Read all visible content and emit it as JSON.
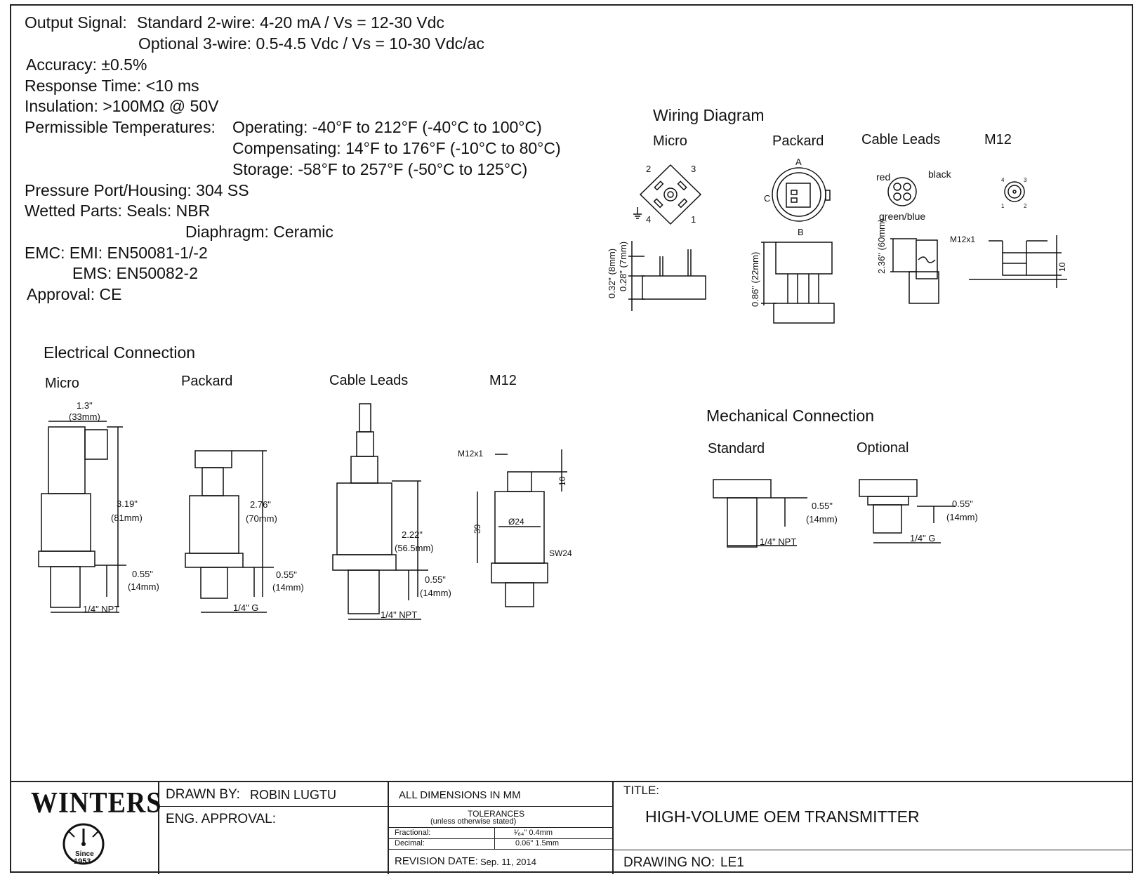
{
  "specs": {
    "output_label": "Output Signal:",
    "output_std": "Standard 2-wire: 4-20 mA / Vs = 12-30 Vdc",
    "output_opt": "Optional 3-wire: 0.5-4.5 Vdc / Vs = 10-30 Vdc/ac",
    "accuracy": "Accuracy: ±0.5%",
    "response": "Response Time: <10 ms",
    "insulation": "Insulation: >100MΩ @ 50V",
    "temp_label": "Permissible Temperatures:",
    "temp_operating": "Operating: -40°F to 212°F (-40°C to 100°C)",
    "temp_compensating": "Compensating: 14°F to 176°F (-10°C to 80°C)",
    "temp_storage": "Storage: -58°F to 257°F (-50°C to 125°C)",
    "pressure_port": "Pressure Port/Housing: 304 SS",
    "wetted_seals": "Wetted Parts: Seals: NBR",
    "wetted_diaphragm": "Diaphragm: Ceramic",
    "emc_emi": "EMC: EMI: EN50081-1/-2",
    "emc_ems": "EMS: EN50082-2",
    "approval": "Approval: CE"
  },
  "wiring": {
    "title": "Wiring Diagram",
    "micro": "Micro",
    "packard": "Packard",
    "cable": "Cable Leads",
    "m12": "M12",
    "pin1": "1",
    "pin2": "2",
    "pin3": "3",
    "pin4": "4",
    "pin_a": "A",
    "pin_b": "B",
    "pin_c": "C",
    "red": "red",
    "black": "black",
    "green_blue": "green/blue",
    "micro_dim_a": "0.28\" (7mm)",
    "micro_dim_b": "0.32\" (8mm)",
    "packard_dim": "0.86\" (22mm)",
    "cable_dim": "2.36\" (60mm)",
    "m12_thread": "M12x1",
    "m12_len": "10"
  },
  "electrical": {
    "title": "Electrical Connection",
    "micro": "Micro",
    "packard": "Packard",
    "cable": "Cable Leads",
    "m12": "M12",
    "micro_width_in": "1.3\"",
    "micro_width_mm": "(33mm)",
    "micro_height_in": "3.19\"",
    "micro_height_mm": "(81mm)",
    "thread_in": "0.55\"",
    "thread_mm": "(14mm)",
    "npt": "1/4\" NPT",
    "g": "1/4\" G",
    "packard_height_in": "2.76\"",
    "packard_height_mm": "(70mm)",
    "cable_height_in": "2.22\"",
    "cable_height_mm": "(56.5mm)",
    "m12_thread": "M12x1",
    "m12_top": "10",
    "m12_body": "39",
    "m12_dia": "Ø24",
    "m12_sw": "SW24"
  },
  "mechanical": {
    "title": "Mechanical Connection",
    "standard": "Standard",
    "optional": "Optional",
    "thread_in": "0.55\"",
    "thread_mm": "(14mm)",
    "npt": "1/4\" NPT",
    "g": "1/4\" G"
  },
  "title_block": {
    "brand": "WINTERS",
    "since": "Since",
    "year": "1953",
    "drawn_by_label": "DRAWN BY:",
    "drawn_by": "ROBIN LUGTU",
    "eng_approval": "ENG. APPROVAL:",
    "all_dims": "ALL DIMENSIONS IN MM",
    "tolerances": "TOLERANCES",
    "unless": "(unless otherwise stated)",
    "fractional_label": "Fractional:",
    "fractional_value": "¹⁄₆₄\" 0.4mm",
    "decimal_label": "Decimal:",
    "decimal_value": "0.06\" 1.5mm",
    "revision_label": "REVISION DATE:",
    "revision_date": "Sep. 11, 2014",
    "title_label": "TITLE:",
    "title": "HIGH-VOLUME OEM TRANSMITTER",
    "drawing_no_label": "DRAWING NO:",
    "drawing_no": "LE1"
  }
}
